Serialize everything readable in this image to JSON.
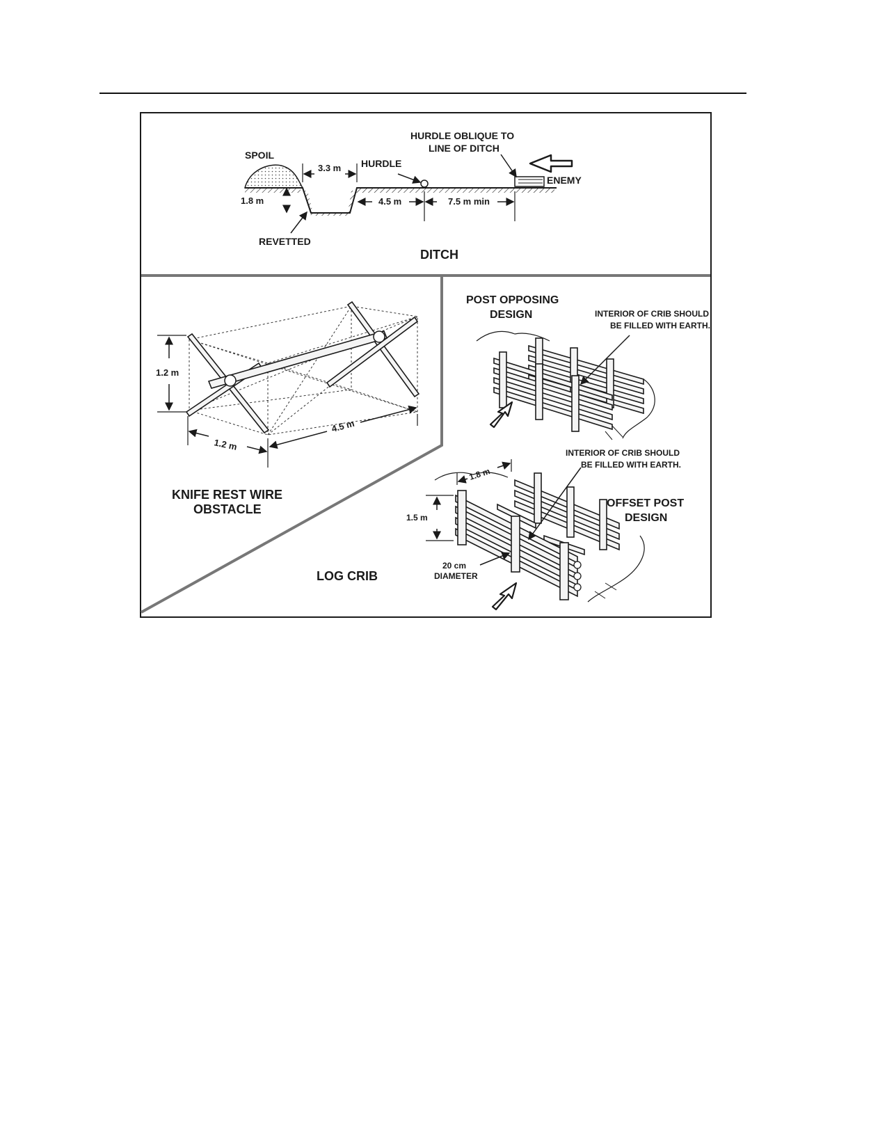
{
  "figure": {
    "ditch": {
      "title": "DITCH",
      "labels": {
        "spoil": "SPOIL",
        "width": "3.3 m",
        "hurdle": "HURDLE",
        "hurdle_oblique_line1": "HURDLE OBLIQUE TO",
        "hurdle_oblique_line2": "LINE OF DITCH",
        "enemy": "ENEMY",
        "depth": "1.8 m",
        "gap_to_hurdle": "4.5 m",
        "gap_min": "7.5 m min",
        "revetted": "REVETTED"
      }
    },
    "knife_rest": {
      "title_line1": "KNIFE REST WIRE",
      "title_line2": "OBSTACLE",
      "height": "1.2 m",
      "width": "1.2 m",
      "length": "4.5 m"
    },
    "log_crib": {
      "title": "LOG CRIB",
      "post_opposing_line1": "POST OPPOSING",
      "post_opposing_line2": "DESIGN",
      "interior_note_line1": "INTERIOR OF CRIB SHOULD",
      "interior_note_line2": "BE FILLED WITH EARTH.",
      "offset_post_line1": "OFFSET POST",
      "offset_post_line2": "DESIGN",
      "height": "1.5 m",
      "depth": "1.8 m",
      "log_size_line1": "20 cm",
      "log_size_line2": "DIAMETER"
    }
  }
}
